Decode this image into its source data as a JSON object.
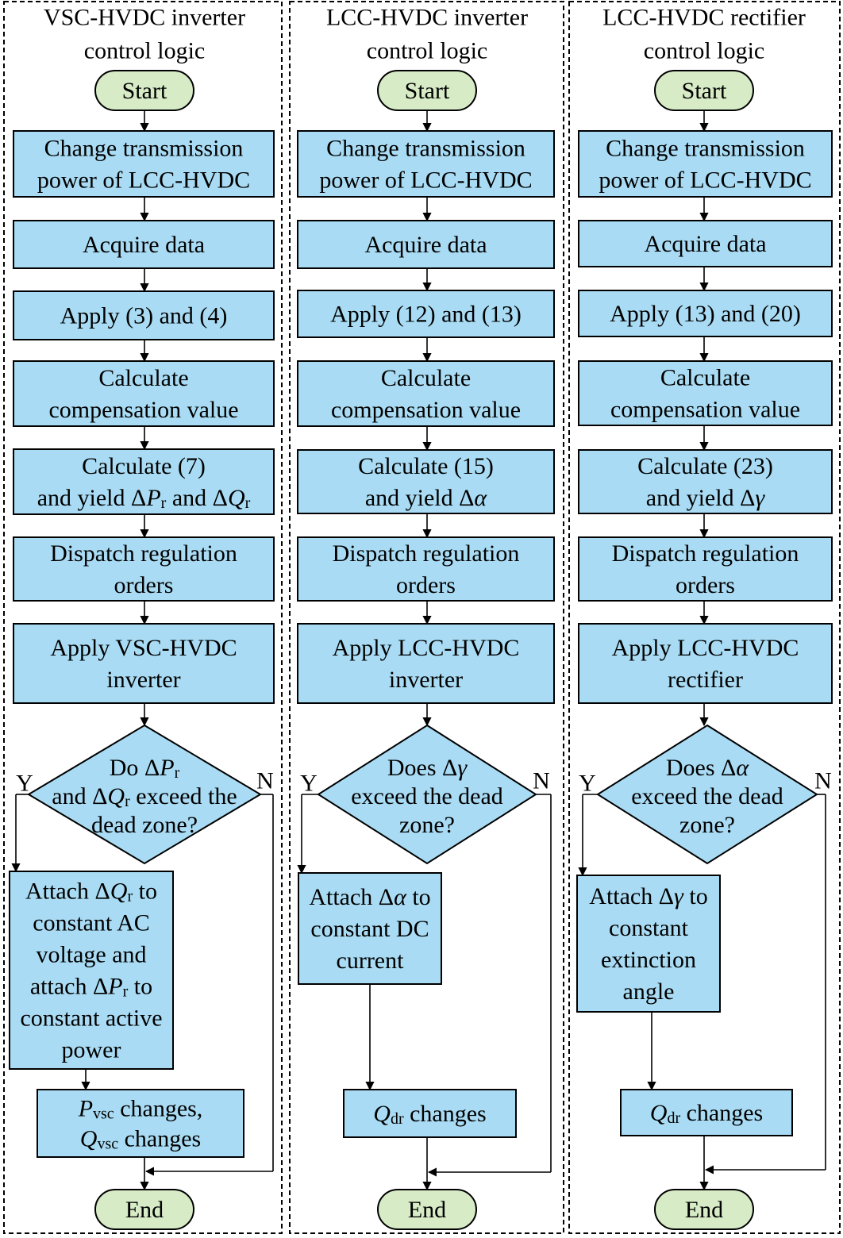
{
  "columns": [
    {
      "title": [
        "VSC-HVDC inverter",
        "control logic"
      ],
      "start": "Start",
      "steps": [
        [
          "Change transmission",
          "power of LCC-HVDC"
        ],
        [
          "Acquire data"
        ],
        [
          "Apply (3) and (4)"
        ],
        [
          "Calculate",
          "compensation value"
        ],
        [
          "Calculate (7)",
          "and yield ΔP_r and ΔQ_r"
        ],
        [
          "Dispatch regulation",
          "orders"
        ],
        [
          "Apply VSC-HVDC",
          "inverter"
        ]
      ],
      "decision": [
        "Do ΔP_r",
        "and ΔQ_r exceed the",
        "dead zone?"
      ],
      "yes": "Y",
      "no": "N",
      "action": [
        "Attach ΔQ_r to",
        "constant AC",
        "voltage and",
        "attach ΔP_r to",
        "constant active",
        "power"
      ],
      "result": [
        "P_vsc changes,",
        "Q_vsc changes"
      ],
      "end": "End"
    },
    {
      "title": [
        "LCC-HVDC inverter",
        "control logic"
      ],
      "start": "Start",
      "steps": [
        [
          "Change transmission",
          "power of LCC-HVDC"
        ],
        [
          "Acquire data"
        ],
        [
          "Apply (12) and (13)"
        ],
        [
          "Calculate",
          "compensation value"
        ],
        [
          "Calculate (15)",
          "and yield Δα"
        ],
        [
          "Dispatch regulation",
          "orders"
        ],
        [
          "Apply LCC-HVDC",
          "inverter"
        ]
      ],
      "decision": [
        "Does Δγ",
        "exceed the dead",
        "zone?"
      ],
      "yes": "Y",
      "no": "N",
      "action": [
        "Attach Δα to",
        "constant DC",
        "current"
      ],
      "result": [
        "Q_dr changes"
      ],
      "end": "End"
    },
    {
      "title": [
        "LCC-HVDC rectifier",
        "control logic"
      ],
      "start": "Start",
      "steps": [
        [
          "Change transmission",
          "power of LCC-HVDC"
        ],
        [
          "Acquire data"
        ],
        [
          "Apply (13) and (20)"
        ],
        [
          "Calculate",
          "compensation value"
        ],
        [
          "Calculate (23)",
          "and yield Δγ"
        ],
        [
          "Dispatch regulation",
          "orders"
        ],
        [
          "Apply LCC-HVDC",
          "rectifier"
        ]
      ],
      "decision": [
        "Does Δα",
        "exceed the dead",
        "zone?"
      ],
      "yes": "Y",
      "no": "N",
      "action": [
        "Attach Δγ to",
        "constant",
        "extinction",
        "angle"
      ],
      "result": [
        "Q_dr changes"
      ],
      "end": "End"
    }
  ],
  "colors": {
    "box_fill": "#a9dcf4",
    "terminal_fill": "#d6ebc6",
    "line": "#000000"
  }
}
